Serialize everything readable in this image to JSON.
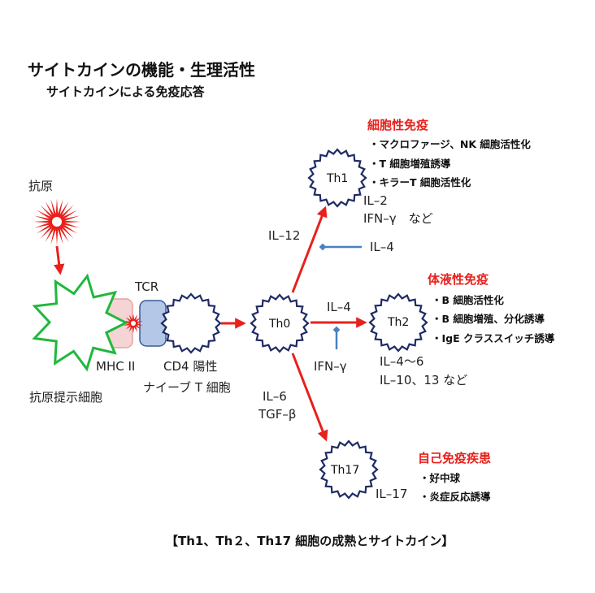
{
  "title": "サイトカインの機能・生理活性",
  "subtitle": "サイトカインによる免疫応答",
  "antigen_label": "抗原",
  "apc_label": "抗原提示細胞",
  "mhc_label": "MHC II",
  "tcr_label": "TCR",
  "cd4_label_line1": "CD4 陽性",
  "cd4_label_line2": "ナイーブ T 細胞",
  "nodes": {
    "th0": "Th0",
    "th1": "Th1",
    "th2": "Th2",
    "th17": "Th17"
  },
  "th1_branch": {
    "inducer": "IL–12",
    "inhibitor": "IL–4",
    "products_line1": "IL–2",
    "products_line2": "IFN–γ　など",
    "effect_title": "細胞性免疫",
    "effects": [
      "・マクロファージ、NK 細胞活性化",
      "・T 細胞増殖誘導",
      "・キラーT 細胞活性化"
    ]
  },
  "th2_branch": {
    "inducer": "IL–4",
    "inhibitor": "IFN–γ",
    "products_line1": "IL–4〜6",
    "products_line2": "IL–10、13 など",
    "effect_title": "体液性免疫",
    "effects": [
      "・B 細胞活性化",
      "・B 細胞増殖、分化誘導",
      "・IgE クラススイッチ誘導"
    ]
  },
  "th17_branch": {
    "inducer_line1": "IL–6",
    "inducer_line2": "TGF–β",
    "products": "IL–17",
    "effect_title": "自己免疫疾患",
    "effects": [
      "・好中球",
      "・炎症反応誘導"
    ]
  },
  "caption": "【Th1、Th２、Th17 細胞の成熟とサイトカイン】",
  "colors": {
    "red": "#e8211c",
    "navy": "#1f2a66",
    "green": "#1fb83c",
    "blue": "#4a7fc1",
    "pink_fill": "#f4d4d4",
    "tcr_fill": "#b4c7e7"
  }
}
